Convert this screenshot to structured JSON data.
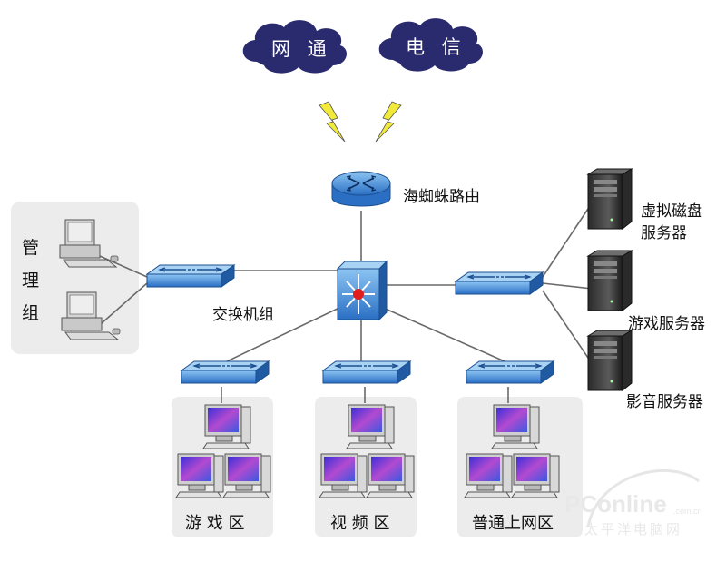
{
  "clouds": {
    "left": "网 通",
    "right": "电 信"
  },
  "router_label": "海蜘蛛路由",
  "switch_group_label": "交换机组",
  "management_group_label": [
    "管",
    "理",
    "组"
  ],
  "servers": {
    "virtual_disk": [
      "虚拟磁盘",
      "服务器"
    ],
    "game": "游戏服务器",
    "media": "影音服务器"
  },
  "zones": {
    "game": "游 戏 区",
    "video": "视 频 区",
    "internet": "普通上网区"
  },
  "watermark": {
    "brand": "PConline",
    "domain": ".com.cn",
    "chinese": "太平洋电脑网"
  },
  "colors": {
    "cloud": "#2a2a6e",
    "lightning": "#f2ea3a",
    "device_blue": "#3d7fd1",
    "zone_bg": "#ececec",
    "line": "#6a6a6a"
  }
}
